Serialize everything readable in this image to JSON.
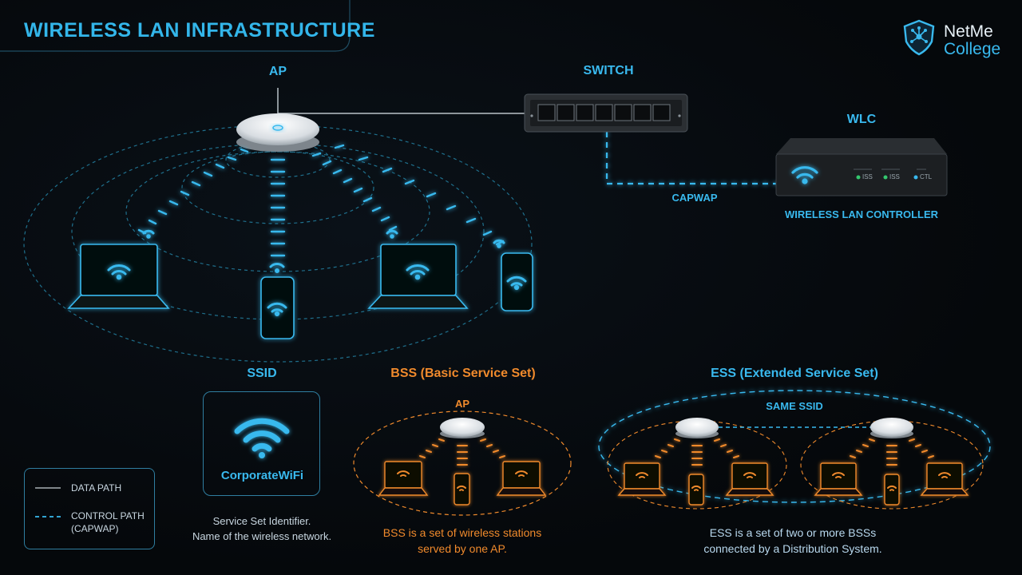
{
  "title": "WIRELESS LAN INFRASTRUCTURE",
  "brand": {
    "name": "NetMe",
    "sub": "College"
  },
  "top": {
    "ap_label": "AP",
    "switch_label": "SWITCH",
    "wlc_label": "WLC",
    "wlc_caption": "WIRELESS LAN CONTROLLER",
    "capwap_label": "CAPWAP",
    "wlc_leds": [
      "ISS",
      "ISS",
      "CTL"
    ]
  },
  "ssid": {
    "heading": "SSID",
    "network_name": "CorporateWiFi",
    "description_line1": "Service Set Identifier.",
    "description_line2": "Name of the wireless network."
  },
  "bss": {
    "heading": "BSS (Basic Service Set)",
    "ap_label": "AP",
    "description_line1": "BSS is a set of wireless stations",
    "description_line2": "served by one AP."
  },
  "ess": {
    "heading": "ESS (Extended Service Set)",
    "same_ssid_label": "SAME SSID",
    "description_line1": "ESS is a set of two or more BSSs",
    "description_line2": "connected by a Distribution System."
  },
  "legend": {
    "data_path": "DATA PATH",
    "control_path_line1": "CONTROL PATH",
    "control_path_line2": "(CAPWAP)"
  },
  "colors": {
    "accent_blue": "#39b9ee",
    "accent_orange": "#f08a2c",
    "background": "#05080b"
  }
}
